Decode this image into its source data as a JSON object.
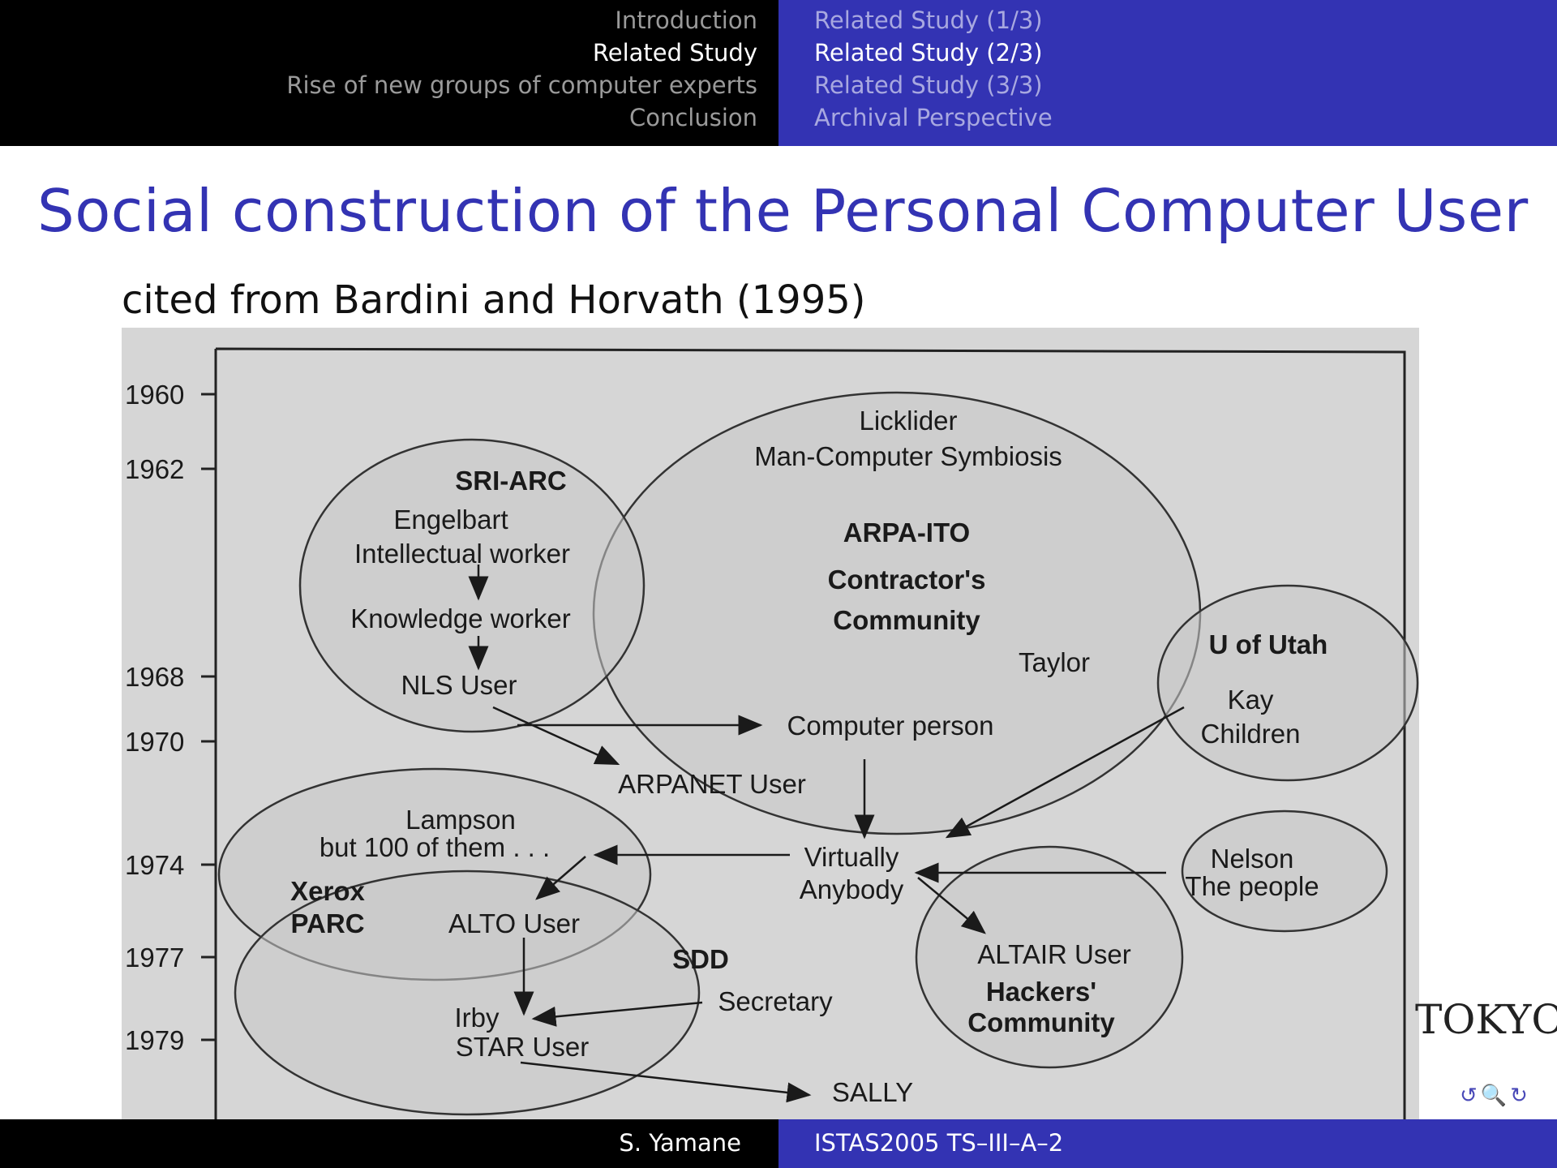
{
  "header": {
    "sections": [
      "Introduction",
      "Related Study",
      "Rise of new groups of computer experts",
      "Conclusion"
    ],
    "subsections": [
      "Related Study (1/3)",
      "Related Study (2/3)",
      "Related Study (3/3)",
      "Archival Perspective"
    ]
  },
  "slide": {
    "title": "Social construction of the Personal Computer User",
    "subtitle": "cited from Bardini and Horvath (1995)"
  },
  "diagram": {
    "years": [
      "1960",
      "1962",
      "1968",
      "1970",
      "1974",
      "1977",
      "1979"
    ],
    "sri_arc": {
      "title": "SRI-ARC",
      "engelbart": "Engelbart",
      "intellectual": "Intellectual worker",
      "knowledge": "Knowledge worker",
      "nls": "NLS User"
    },
    "arpa": {
      "licklider": "Licklider",
      "symbiosis": "Man-Computer Symbiosis",
      "title": "ARPA-ITO",
      "contractors": "Contractor's",
      "community": "Community",
      "taylor": "Taylor",
      "computer_person": "Computer person"
    },
    "utah": {
      "title": "U of Utah",
      "kay": "Kay",
      "children": "Children"
    },
    "arpanet": "ARPANET User",
    "xerox": {
      "lampson": "Lampson",
      "but100": "but 100 of them . . .",
      "xerox": "Xerox",
      "parc": "PARC",
      "alto": "ALTO User"
    },
    "virtually": "Virtually",
    "anybody": "Anybody",
    "nelson": {
      "nelson": "Nelson",
      "people": "The people"
    },
    "sdd": {
      "title": "SDD",
      "secretary": "Secretary",
      "irby": "Irby",
      "star": "STAR User"
    },
    "hackers": {
      "altair": "ALTAIR User",
      "hackers": "Hackers'",
      "community": "Community"
    },
    "sally": "SALLY"
  },
  "logo": "TOKYO",
  "footer": {
    "author": "S. Yamane",
    "talk": "ISTAS2005 TS–III–A–2"
  }
}
